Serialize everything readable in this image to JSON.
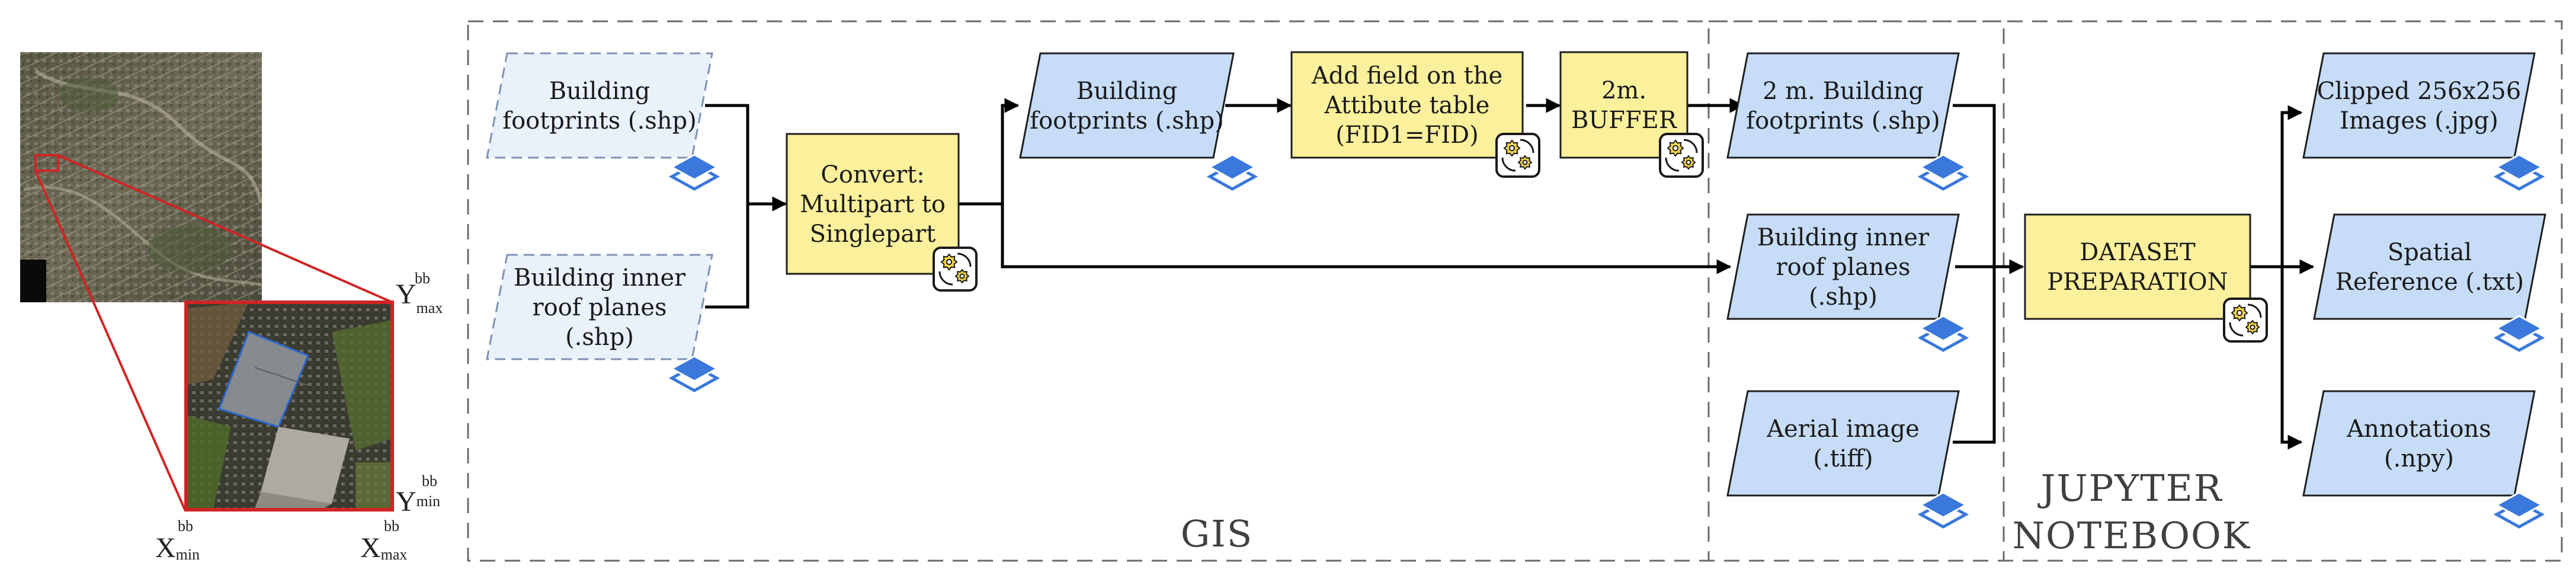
{
  "colors": {
    "input_fill": "#e9f1fb",
    "data_fill": "#c6dcf7",
    "process_fill": "#fbf09b",
    "stroke": "#1e1e1e",
    "arrow": "#000000",
    "region_border": "#6b6b6b",
    "inset_border": "#d02424",
    "layer_icon": "#3a78db"
  },
  "regions": {
    "gis": "GIS",
    "jupyter": [
      "JUPYTER",
      "NOTEBOOK"
    ]
  },
  "nodes": {
    "input_footprints": [
      "Building",
      "footprints (.shp)"
    ],
    "input_inner_roof": [
      "Building inner",
      "roof planes",
      "(.shp)"
    ],
    "convert": [
      "Convert:",
      "Multipart to",
      "Singlepart"
    ],
    "footprints_mid": [
      "Building",
      "footprints (.shp)"
    ],
    "add_field": [
      "Add field on the",
      "Attibute table",
      "(FID1=FID)"
    ],
    "buffer": [
      "2m.",
      "BUFFER"
    ],
    "buffer_footprints": [
      "2 m. Building",
      "footprints (.shp)"
    ],
    "inner_roof_mid": [
      "Building inner",
      "roof planes",
      "(.shp)"
    ],
    "aerial_image": [
      "Aerial image",
      "(.tiff)"
    ],
    "dataset_prep": [
      "DATASET",
      "PREPARATION"
    ],
    "clipped_images": [
      "Clipped 256x256",
      "Images (.jpg)"
    ],
    "spatial_ref": [
      "Spatial",
      "Reference (.txt)"
    ],
    "annotations": [
      "Annotations",
      "(.npy)"
    ]
  },
  "axis_labels": {
    "y_max": {
      "base": "Y",
      "sup": "bb",
      "sub": "max"
    },
    "y_min": {
      "base": "Y",
      "sup": "bb",
      "sub": "min"
    },
    "x_min": {
      "base": "X",
      "sup": "bb",
      "sub": "min"
    },
    "x_max": {
      "base": "X",
      "sup": "bb",
      "sub": "max"
    }
  },
  "icons": {
    "layer": "layers-icon",
    "process": "gears-process-icon"
  }
}
